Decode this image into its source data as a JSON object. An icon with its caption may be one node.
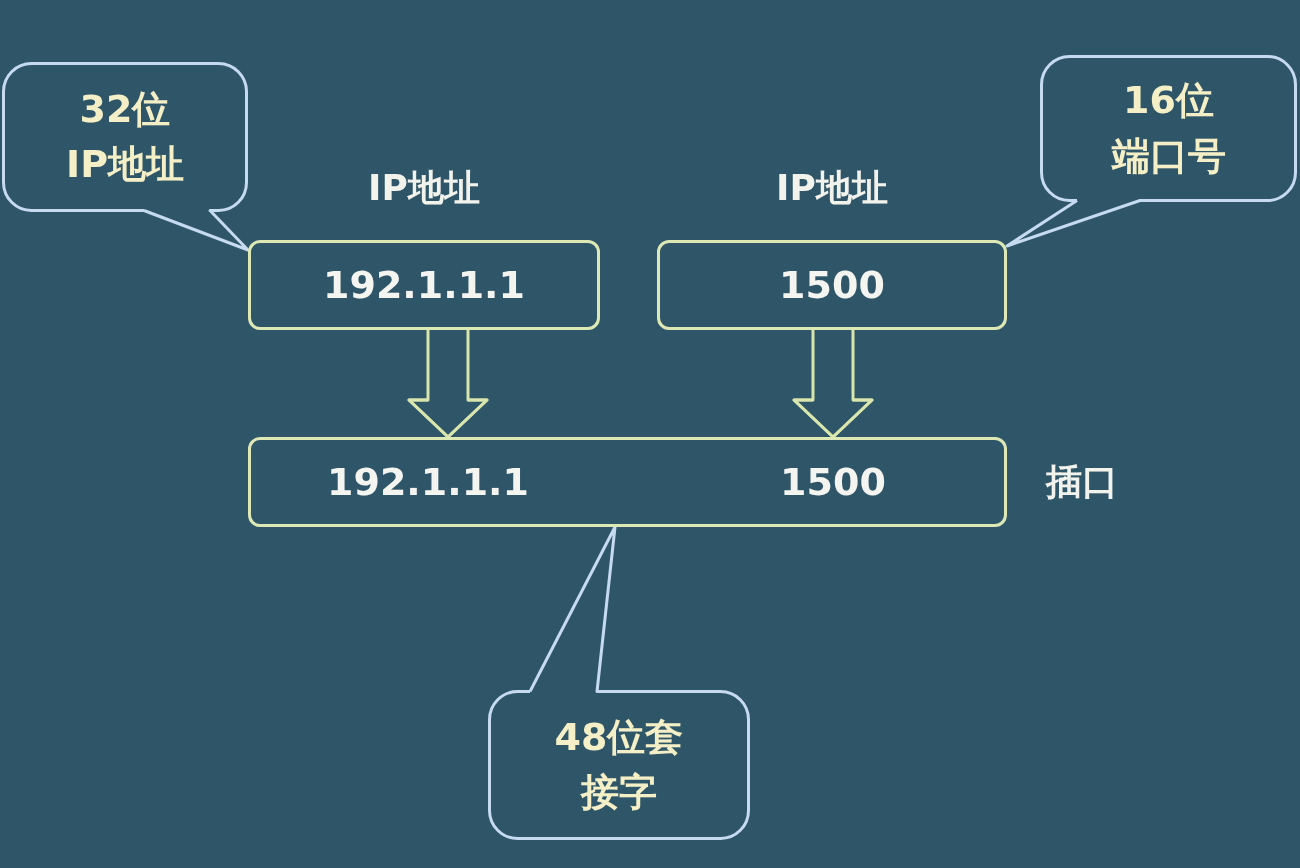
{
  "diagram": {
    "nodes": [
      {
        "text": [
          "32位IP地址"
        ]
      },
      {
        "text": [
          "16位端口号"
        ]
      },
      {
        "text": [
          "IP地址",
          "192.1.1.1"
        ]
      },
      {
        "text": [
          "IP地址",
          "1500"
        ]
      },
      {
        "text": [
          "192.1.1.1",
          "1500"
        ],
        "beside": [
          "插口"
        ]
      },
      {
        "text": [
          "48位套接字"
        ]
      }
    ],
    "edges": [
      {
        "from": 0,
        "to": 2,
        "arrow": "none"
      },
      {
        "from": 1,
        "to": 3,
        "arrow": "none"
      },
      {
        "from": 2,
        "to": 4,
        "arrow": "to",
        "color": "#d8e6ad"
      },
      {
        "from": 3,
        "to": 4,
        "arrow": "to",
        "color": "#d8e6ad"
      },
      {
        "from": 5,
        "to": 4,
        "arrow": "none"
      }
    ]
  }
}
